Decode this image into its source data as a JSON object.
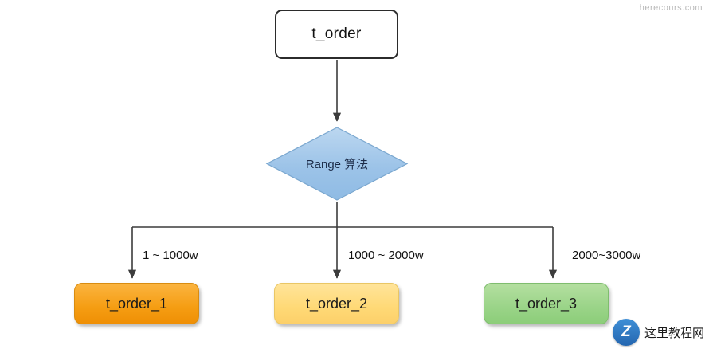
{
  "diagram": {
    "type": "flowchart",
    "root": {
      "label": "t_order"
    },
    "decision": {
      "label": "Range 算法"
    },
    "branches": [
      {
        "edge_label": "1 ~ 1000w",
        "node_label": "t_order_1",
        "color": "#f59d12"
      },
      {
        "edge_label": "1000 ~ 2000w",
        "node_label": "t_order_2",
        "color": "#ffd976"
      },
      {
        "edge_label": "2000~3000w",
        "node_label": "t_order_3",
        "color": "#9ad488"
      }
    ]
  },
  "watermark": {
    "badge_text": "Z",
    "site_name": "这里教程网",
    "url": "herecours.com"
  }
}
